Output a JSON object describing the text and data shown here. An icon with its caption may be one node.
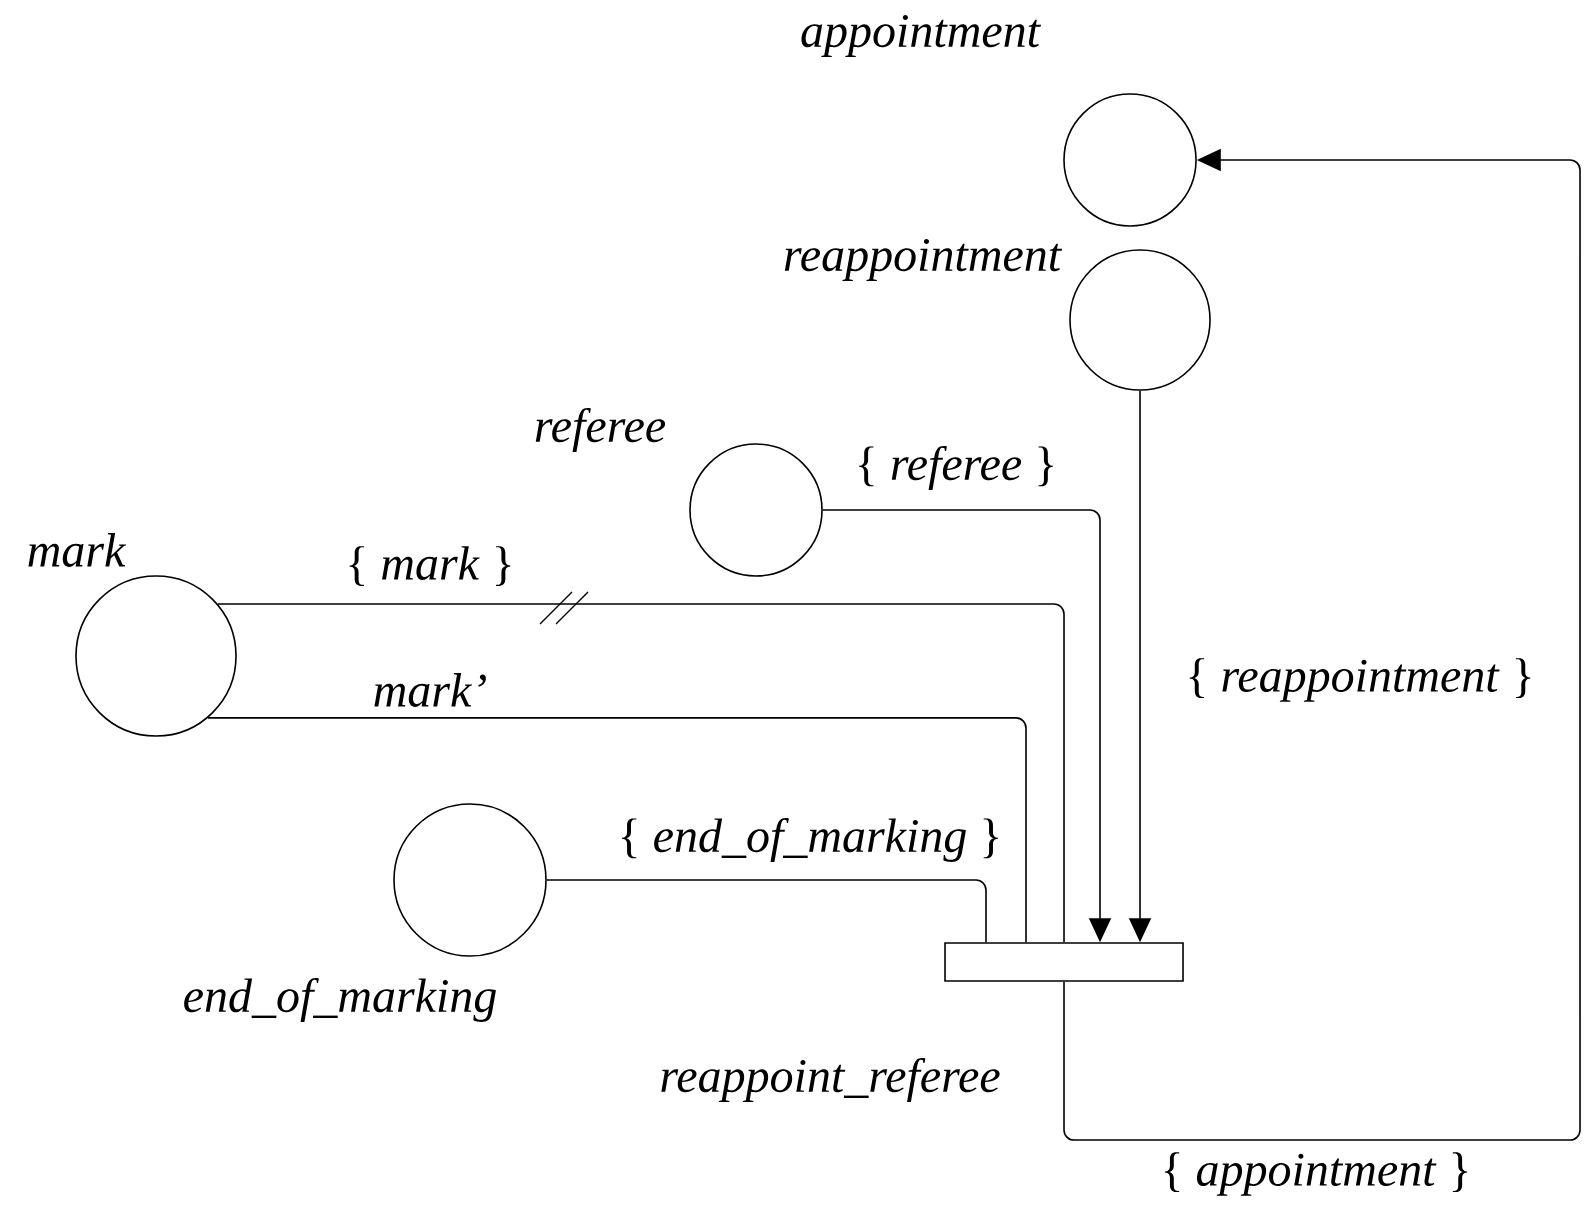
{
  "diagram": {
    "nodes": [
      {
        "text": [
          "appointment"
        ]
      },
      {
        "text": [
          "reappointment"
        ]
      },
      {
        "text": [
          "referee"
        ]
      },
      {
        "text": [
          "mark"
        ]
      },
      {
        "text": [
          "end_of_marking"
        ]
      },
      {
        "text": [
          "reappoint_referee"
        ]
      }
    ],
    "edges": [
      {
        "from": 3,
        "to": 5,
        "arrow": "none",
        "label": "{ *mark* }"
      },
      {
        "from": 3,
        "to": 5,
        "arrow": "none",
        "label": "*mark’*"
      },
      {
        "from": 4,
        "to": 5,
        "arrow": "none",
        "label": "{ *end_of_marking* }"
      },
      {
        "from": 2,
        "to": 5,
        "arrow": "to",
        "label": "{ *referee* }"
      },
      {
        "from": 1,
        "to": 5,
        "arrow": "to",
        "label": "{ *reappointment* }"
      },
      {
        "from": 5,
        "to": 0,
        "arrow": "to",
        "label": "{ *appointment* }"
      }
    ]
  }
}
